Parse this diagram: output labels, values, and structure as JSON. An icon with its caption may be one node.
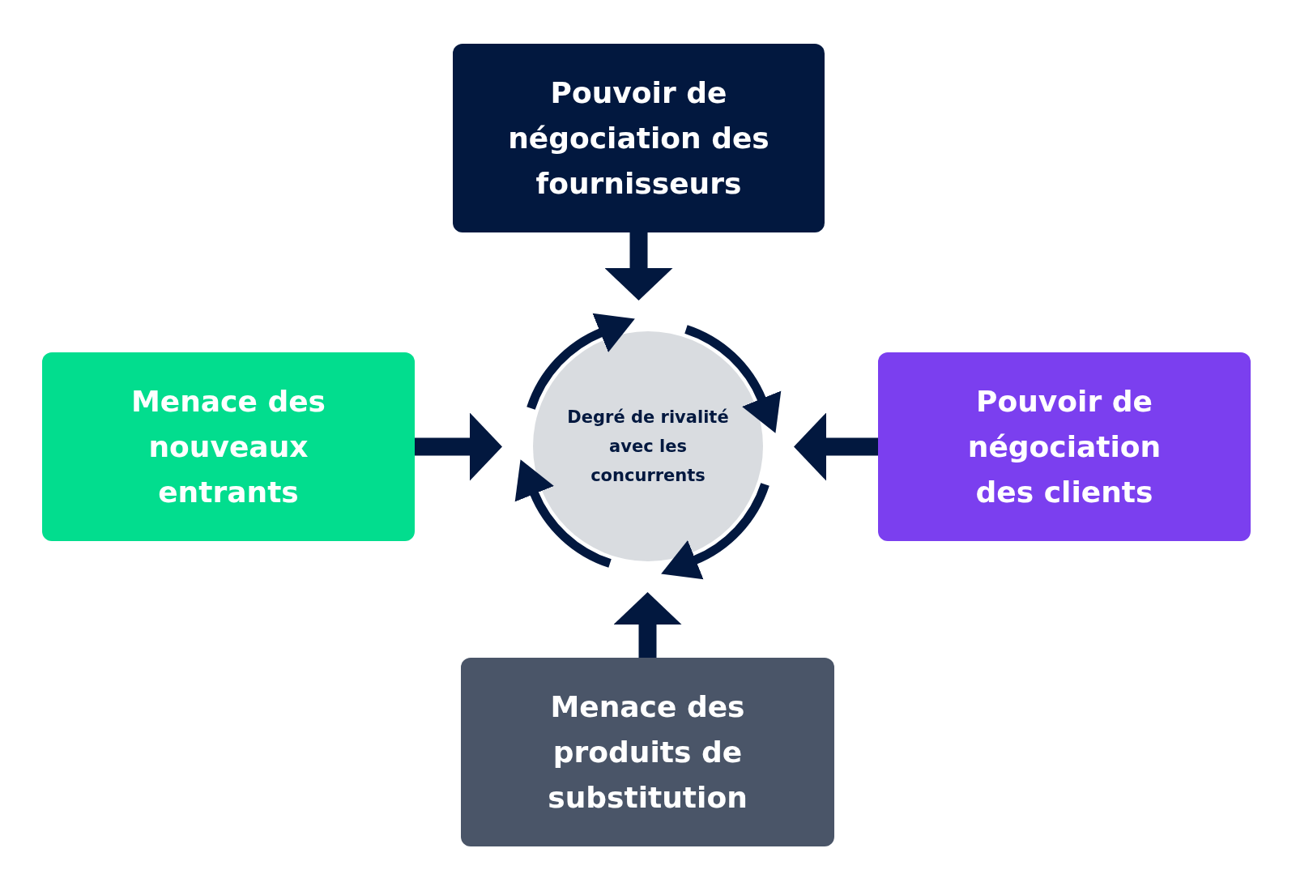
{
  "diagram": {
    "nodes": [
      {
        "text": [
          "Pouvoir de négociation des fournisseurs"
        ]
      },
      {
        "text": [
          "Menace des nouveaux entrants"
        ]
      },
      {
        "text": [
          "Degré de rivalité avec les concurrents"
        ]
      },
      {
        "text": [
          "Pouvoir de négociation des clients"
        ]
      },
      {
        "text": [
          "Menace des produits de substitution"
        ]
      }
    ],
    "edges": [
      {
        "from": 0,
        "to": 2,
        "arrow": "to"
      },
      {
        "from": 1,
        "to": 2,
        "arrow": "to"
      },
      {
        "from": 3,
        "to": 2,
        "arrow": "to"
      },
      {
        "from": 4,
        "to": 2,
        "arrow": "to"
      }
    ]
  }
}
